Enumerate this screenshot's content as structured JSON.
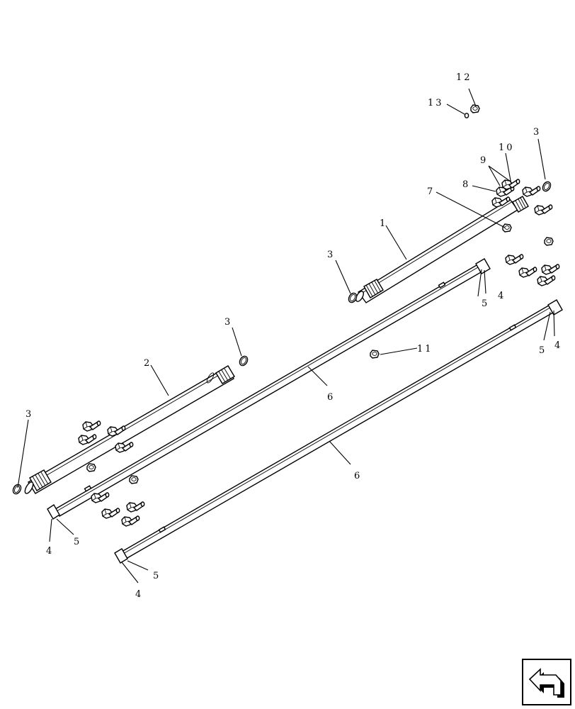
{
  "diagram": {
    "callouts": {
      "c12": "12",
      "c13": "13",
      "c10": "10",
      "c9": "9",
      "c8": "8",
      "c3_topright": "3",
      "c7": "7",
      "c1": "1",
      "c3_upper_mid": "3",
      "c4_upper": "4",
      "c5_upper": "5",
      "c11": "11",
      "c4_right": "4",
      "c5_right": "5",
      "c3_mid": "3",
      "c2": "2",
      "c6_upper": "6",
      "c3_left": "3",
      "c6_lower": "6",
      "c4_left": "4",
      "c5_left": "5",
      "c4_bottom": "4",
      "c5_bottom": "5"
    }
  },
  "nav": {
    "icon": "return-arrow-icon"
  }
}
